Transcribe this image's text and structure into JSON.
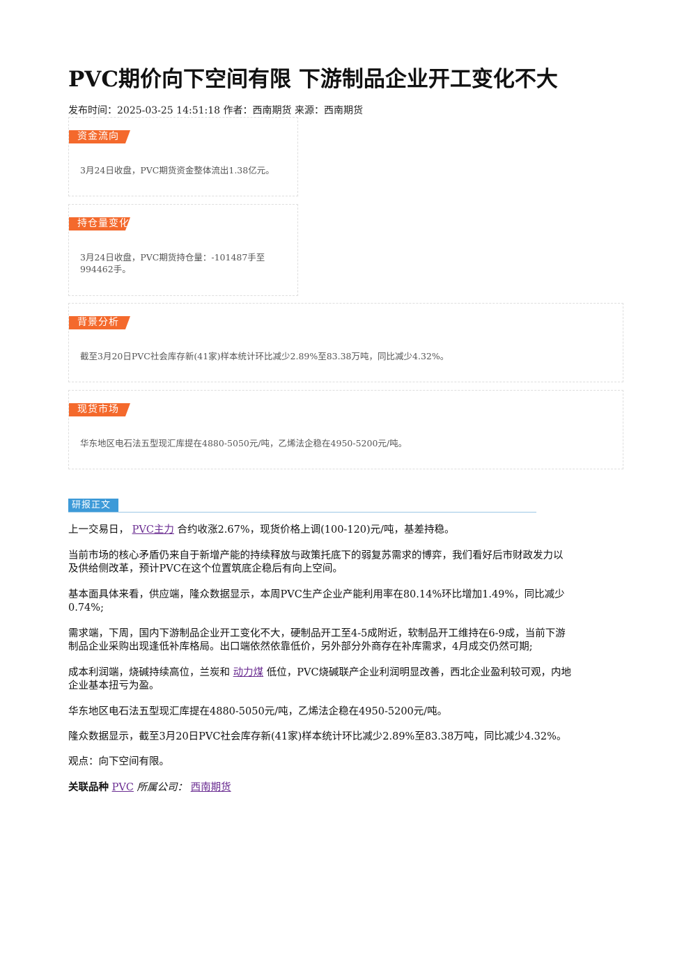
{
  "article": {
    "title": "PVC期价向下空间有限 下游制品企业开工变化不大",
    "meta": "发布时间：2025-03-25 14:51:18 作者：西南期货 来源：西南期货"
  },
  "boxes": {
    "fund_flow": {
      "tag": "资金流向",
      "text": "3月24日收盘，PVC期货资金整体流出1.38亿元。"
    },
    "position": {
      "tag": "持仓量变化",
      "text_line1": "3月24日收盘，PVC期货持仓量：-101487手至",
      "text_line2": "994462手。"
    },
    "background": {
      "tag": "背景分析",
      "text": "截至3月20日PVC社会库存新(41家)样本统计环比减少2.89%至83.38万吨，同比减少4.32%。"
    },
    "spot": {
      "tag": "现货市场",
      "text": "华东地区电石法五型现汇库提在4880-5050元/吨，乙烯法企稳在4950-5200元/吨。"
    }
  },
  "report": {
    "section_tag": "研报正文",
    "p1_pre": "上一交易日，",
    "p1_link": "PVC主力",
    "p1_post": "合约收涨2.67%，现货价格上调(100-120)元/吨，基差持稳。",
    "p2_l1": "当前市场的核心矛盾仍来自于新增产能的持续释放与政策托底下的弱复苏需求的博弈，我们看好后市财政发力以",
    "p2_l2": "及供给侧改革，预计PVC在这个位置筑底企稳后有向上空间。",
    "p3_l1": "基本面具体来看，供应端，隆众数据显示，本周PVC生产企业产能利用率在80.14%环比增加1.49%，同比减少",
    "p3_l2": "0.74%;",
    "p4_l1": "需求端，下周，国内下游制品企业开工变化不大，硬制品开工至4-5成附近，软制品开工维持在6-9成，当前下游",
    "p4_l2": "制品企业采购出现逢低补库格局。出口端依然依靠低价，另外部分外商存在补库需求，4月成交仍然可期;",
    "p5_pre": "成本利润端，烧碱持续高位，兰炭和",
    "p5_link": "动力煤",
    "p5_post": "低位，PVC烧碱联产企业利润明显改善，西北企业盈利较可观，内地",
    "p5_l2": "企业基本扭亏为盈。",
    "p6": "华东地区电石法五型现汇库提在4880-5050元/吨，乙烯法企稳在4950-5200元/吨。",
    "p7": "隆众数据显示，截至3月20日PVC社会库存新(41家)样本统计环比减少2.89%至83.38万吨，同比减少4.32%。",
    "p8": "观点：向下空间有限。",
    "related_label": "关联品种",
    "related_link": "PVC",
    "company_label": "所属公司：",
    "company_link": "西南期货"
  },
  "colors": {
    "orange_tag": "#f4692c",
    "blue_tag": "#3d9ad8",
    "link": "#6a2c91"
  }
}
